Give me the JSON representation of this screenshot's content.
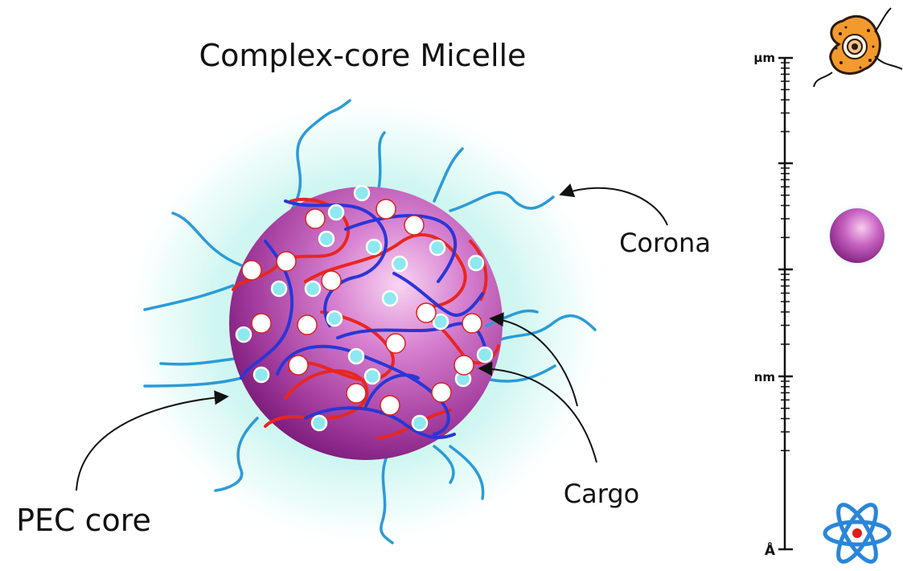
{
  "title": "Complex-core Micelle",
  "labels": {
    "corona": "Corona",
    "cargo": "Cargo",
    "core": "PEC core"
  },
  "scale": {
    "ticks": [
      "µm",
      "nm",
      "Å"
    ]
  },
  "icons": {
    "cell": "cell-icon",
    "micelle": "micelle-sphere-icon",
    "atom": "atom-icon"
  },
  "colors": {
    "core_center": "#f6c9ef",
    "core_edge": "#8a1f86",
    "corona_glow": "#c8f3ee",
    "corona_chain": "#2b9bd6",
    "polycation": "#e8261f",
    "polyanion": "#2a36d6",
    "cargo_cyan": "#8ee8f0",
    "cargo_white": "#ffffff",
    "cell_fill": "#f29a2e",
    "atom_orbit": "#2a86d9",
    "atom_nucleus": "#e21b1b"
  }
}
